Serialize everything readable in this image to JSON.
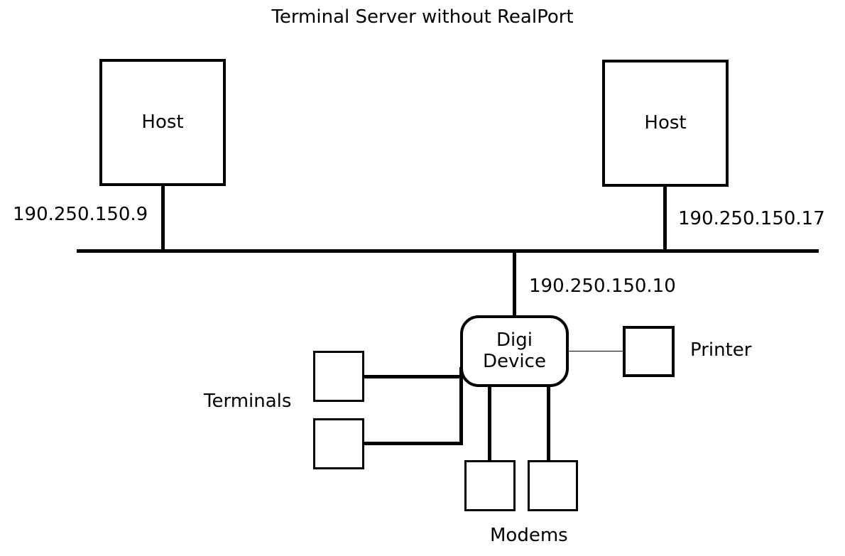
{
  "title": "Terminal Server without RealPort",
  "nodes": {
    "host_left": {
      "label": "Host",
      "ip": "190.250.150.9"
    },
    "host_right": {
      "label": "Host",
      "ip": "190.250.150.17"
    },
    "digi_device": {
      "label_line1": "Digi",
      "label_line2": "Device",
      "ip": "190.250.150.10"
    },
    "printer": {
      "label": "Printer"
    },
    "terminals": {
      "label": "Terminals"
    },
    "modems": {
      "label": "Modems"
    }
  },
  "colors": {
    "line": "#000000",
    "text": "#000000",
    "background": "#ffffff"
  }
}
